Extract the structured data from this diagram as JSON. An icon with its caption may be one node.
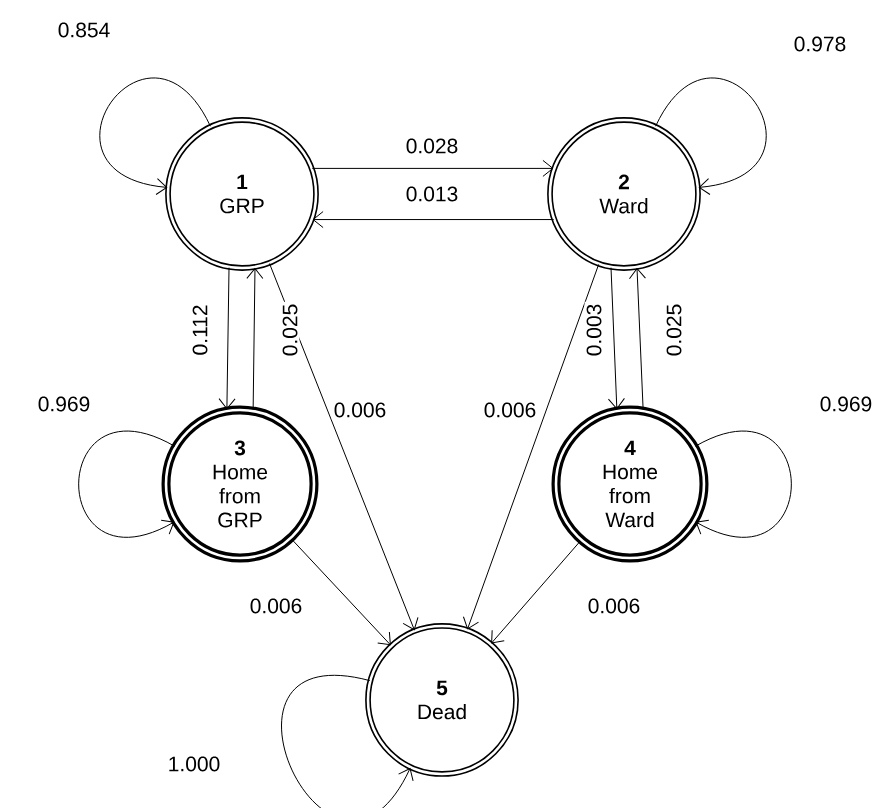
{
  "diagram": {
    "nodes": [
      {
        "text": [
          "1",
          "GRP"
        ]
      },
      {
        "text": [
          "2",
          "Ward"
        ]
      },
      {
        "text": [
          "3",
          "Home from GRP"
        ]
      },
      {
        "text": [
          "4",
          "Home from Ward"
        ]
      },
      {
        "text": [
          "5",
          "Dead"
        ]
      }
    ],
    "edges": [
      {
        "from": 0,
        "to": 0,
        "arrow": "to",
        "label": "0.854"
      },
      {
        "from": 1,
        "to": 1,
        "arrow": "to",
        "label": "0.978"
      },
      {
        "from": 0,
        "to": 1,
        "arrow": "to",
        "label": "0.028"
      },
      {
        "from": 1,
        "to": 0,
        "arrow": "to",
        "label": "0.013"
      },
      {
        "from": 0,
        "to": 2,
        "arrow": "to",
        "label": "0.112"
      },
      {
        "from": 2,
        "to": 0,
        "arrow": "to",
        "label": "0.025"
      },
      {
        "from": 0,
        "to": 4,
        "arrow": "to",
        "label": "0.006"
      },
      {
        "from": 1,
        "to": 4,
        "arrow": "to",
        "label": "0.006"
      },
      {
        "from": 1,
        "to": 3,
        "arrow": "to",
        "label": "0.003"
      },
      {
        "from": 3,
        "to": 1,
        "arrow": "to",
        "label": "0.025"
      },
      {
        "from": 2,
        "to": 2,
        "arrow": "to",
        "label": "0.969"
      },
      {
        "from": 3,
        "to": 3,
        "arrow": "to",
        "label": "0.969"
      },
      {
        "from": 2,
        "to": 4,
        "arrow": "to",
        "label": "0.006"
      },
      {
        "from": 3,
        "to": 4,
        "arrow": "to",
        "label": "0.006"
      },
      {
        "from": 4,
        "to": 4,
        "arrow": "to",
        "label": "1.000"
      }
    ]
  }
}
